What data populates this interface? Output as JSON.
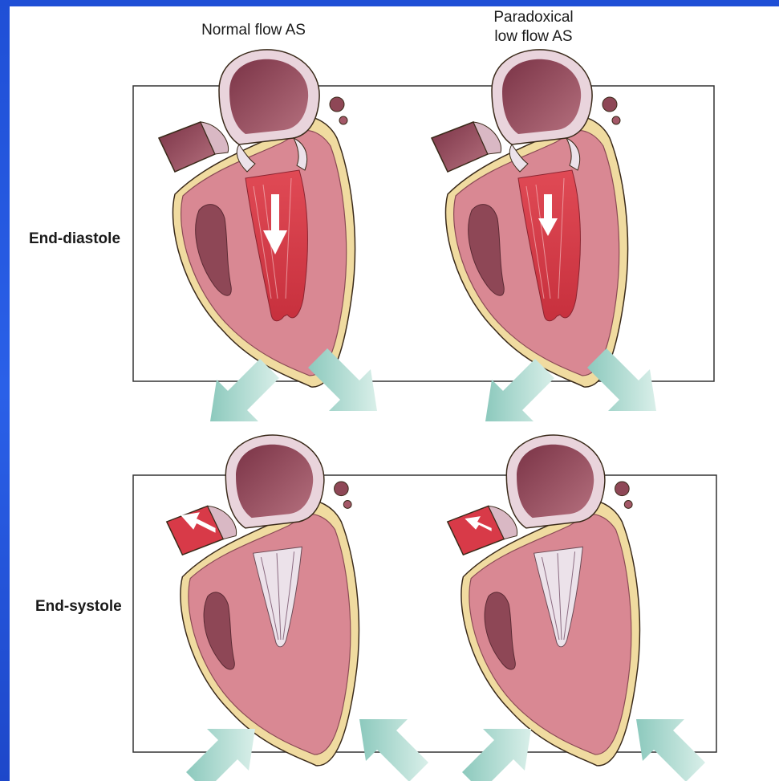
{
  "columns": {
    "normal": "Normal flow AS",
    "paradoxical": "Paradoxical\nlow flow AS"
  },
  "rows": {
    "diastole": "End-diastole",
    "systole": "End-systole"
  },
  "colors": {
    "background_blue": "#2a5be3",
    "myocardium": "#d98893",
    "epicardium": "#f0dba0",
    "atrium": "#8e4756",
    "chamber": "#d83a48",
    "valve": "#ece2ea",
    "arrow_teal": "#9fd3c8"
  },
  "icons": {
    "dilation_arrows": "outward-arrow-icon",
    "contraction_arrows": "inward-arrow-icon",
    "flow_arrows": "white-flow-arrow-icon"
  }
}
